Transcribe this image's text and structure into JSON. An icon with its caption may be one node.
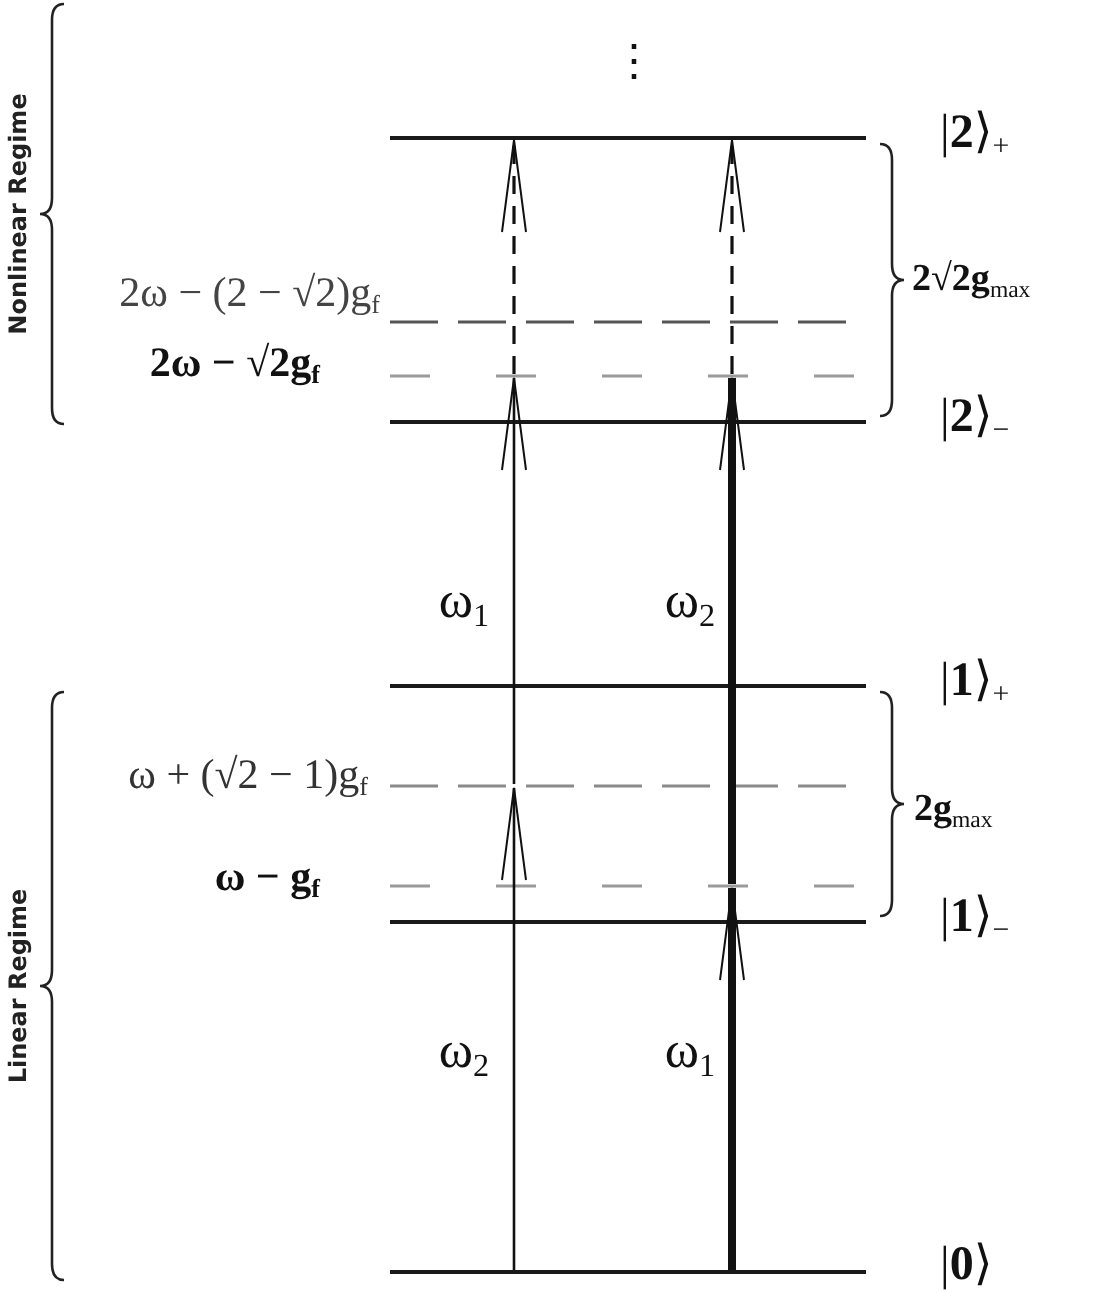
{
  "diagram": {
    "nodes": [
      {
        "text": [],
        "shape": "line",
        "beside": [
          "|**2**⟩$_{+}$"
        ]
      },
      {
        "text": [],
        "shape": "line",
        "beside": [
          "2ω − (2 − √2)g$_{f}$"
        ]
      },
      {
        "text": [],
        "shape": "line",
        "beside": [
          "2ω − √2g$_{f}$"
        ]
      },
      {
        "text": [],
        "shape": "line",
        "beside": [
          "|**2**⟩$_{−}$"
        ]
      },
      {
        "text": [],
        "shape": "line",
        "beside": [
          "|**1**⟩$_{+}$"
        ]
      },
      {
        "text": [],
        "shape": "line",
        "beside": [
          "ω + (√2 − 1)g$_{f}$"
        ]
      },
      {
        "text": [],
        "shape": "line",
        "beside": [
          "ω − g$_{f}$"
        ]
      },
      {
        "text": [],
        "shape": "line",
        "beside": [
          "|**1**⟩$_{−}$"
        ]
      },
      {
        "text": [],
        "shape": "line",
        "beside": [
          "|**0**⟩"
        ]
      }
    ],
    "edges": [
      {
        "from": 8,
        "to": 5,
        "arrow": "to",
        "label": "ω$_{2}$"
      },
      {
        "from": 5,
        "to": 2,
        "arrow": "to",
        "label": "ω$_{1}$"
      },
      {
        "from": 2,
        "to": 0,
        "arrow": "to",
        "style": "dashed"
      },
      {
        "from": 8,
        "to": 6,
        "arrow": "to",
        "label": "ω$_{1}$",
        "style": "thick"
      },
      {
        "from": 6,
        "to": 2,
        "arrow": "to",
        "label": "ω$_{2}$",
        "style": "thick"
      },
      {
        "from": 2,
        "to": 0,
        "arrow": "to",
        "style": "dashed"
      }
    ],
    "labels": [
      "⋮",
      "Nonlinear Regime",
      "**2√2g**$_{max}$",
      "Linear Regime",
      "**2g**$_{max}$"
    ]
  }
}
